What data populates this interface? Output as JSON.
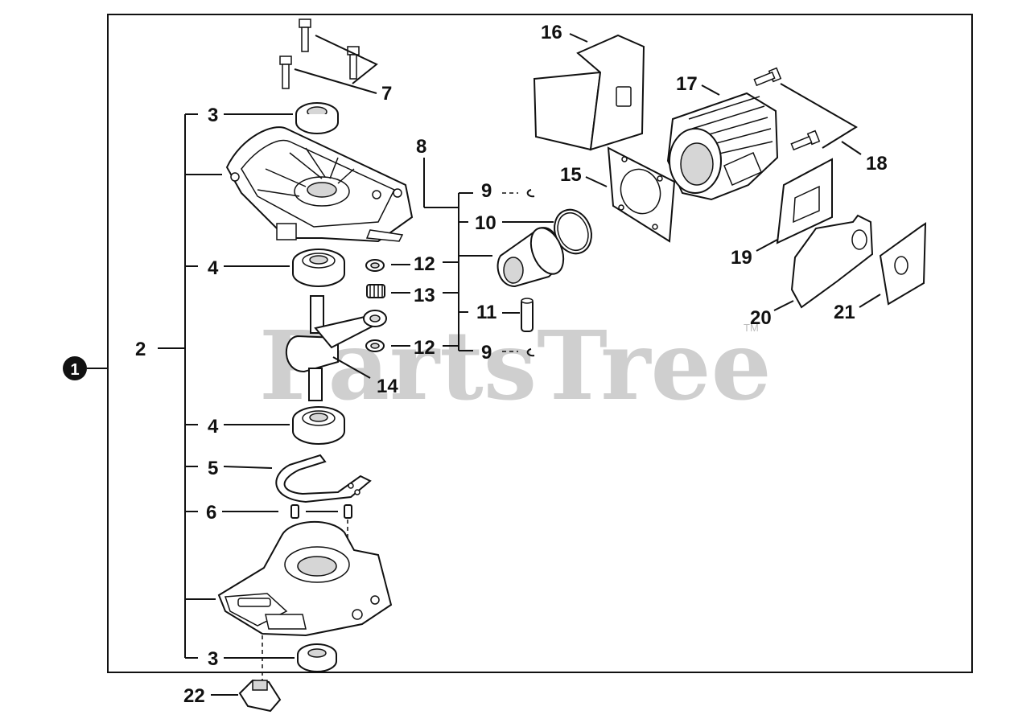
{
  "watermark": {
    "text": "PartsTree",
    "mark": "TM"
  },
  "assembly_label": "1",
  "callouts": {
    "c2": "2",
    "c3_top": "3",
    "c3_bottom": "3",
    "c4_top": "4",
    "c4_bottom": "4",
    "c5": "5",
    "c6": "6",
    "c7": "7",
    "c8": "8",
    "c9_top": "9",
    "c9_bottom": "9",
    "c10": "10",
    "c11": "11",
    "c12_top": "12",
    "c12_bottom": "12",
    "c13": "13",
    "c14": "14",
    "c15": "15",
    "c16": "16",
    "c17": "17",
    "c18": "18",
    "c19": "19",
    "c20": "20",
    "c21": "21",
    "c22": "22"
  },
  "colors": {
    "line": "#111111",
    "watermark": "#cfcfcf",
    "badge": "#111111"
  }
}
